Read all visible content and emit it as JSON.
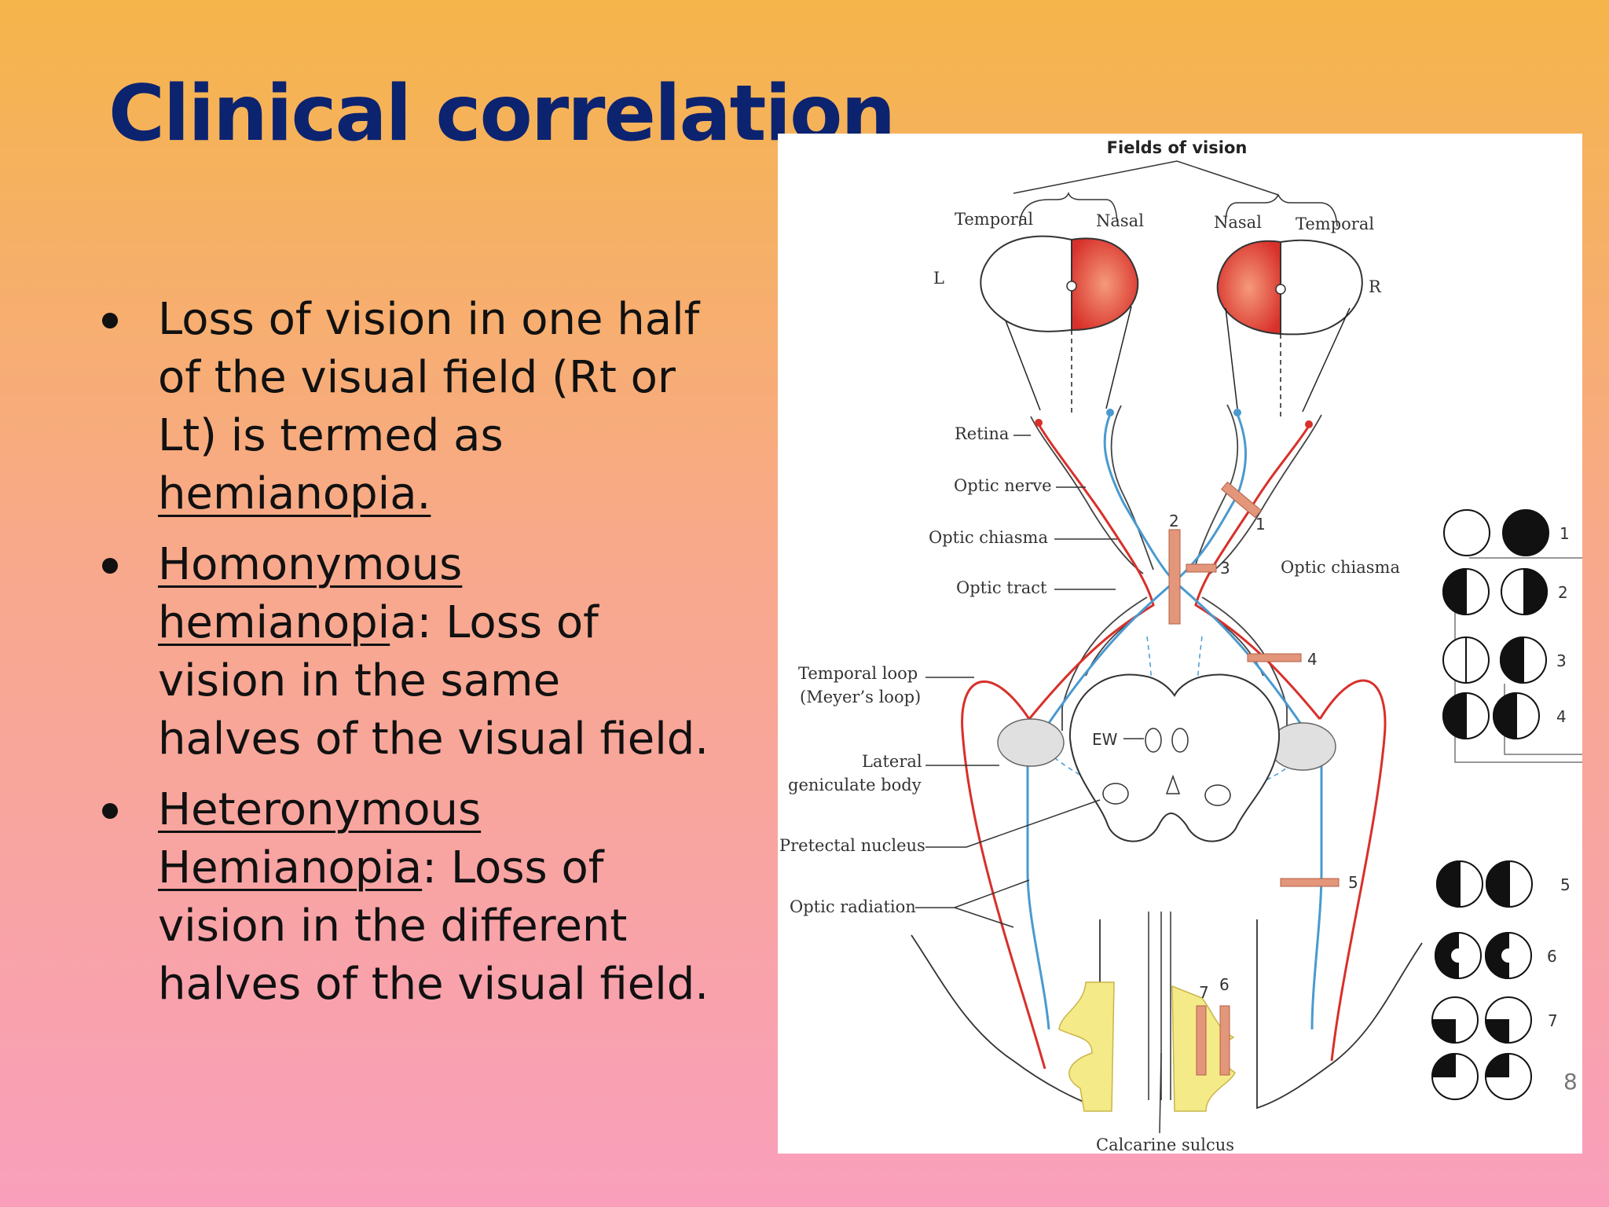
{
  "title": "Clinical correlation",
  "bullets": [
    {
      "pre": "Loss of vision in one half of the visual field (Rt or Lt) is termed as ",
      "underlined": "hemianopia.",
      "post": ""
    },
    {
      "pre": "",
      "underlined": "Homonymous hemianopi",
      "post": "a: Loss of vision in the same halves of the visual field."
    },
    {
      "pre": "",
      "underlined": "Heteronymous Hemianopia",
      "post": ": Loss of vision in the different halves of the visual field."
    }
  ],
  "figure": {
    "heading": "Fields of vision",
    "eye_labels": {
      "left_temporal": "Temporal",
      "left_nasal": "Nasal",
      "right_nasal": "Nasal",
      "right_temporal": "Temporal",
      "left": "L",
      "right": "R"
    },
    "structure_labels": {
      "retina": "Retina",
      "optic_nerve": "Optic nerve",
      "optic_chiasma": "Optic chiasma",
      "optic_tract": "Optic tract",
      "temporal_loop_1": "Temporal loop",
      "temporal_loop_2": "(Meyer’s loop)",
      "lateral_1": "Lateral",
      "lateral_2": "geniculate body",
      "pretectal": "Pretectal nucleus",
      "optic_radiation": "Optic radiation",
      "ew": "EW",
      "calcarine": "Calcarine sulcus",
      "chiasma_right": "Optic chiasma"
    },
    "lesion_numbers": [
      "1",
      "2",
      "3",
      "4",
      "5",
      "6",
      "7"
    ],
    "field_defect_numbers": [
      "1",
      "2",
      "3",
      "4",
      "5",
      "6",
      "7",
      "8"
    ],
    "colors": {
      "red_pathway": "#d8302a",
      "blue_pathway": "#4a9ad0",
      "lesion": "#e3967a",
      "cortex": "#f5ea88",
      "title": "#0c2370"
    }
  }
}
